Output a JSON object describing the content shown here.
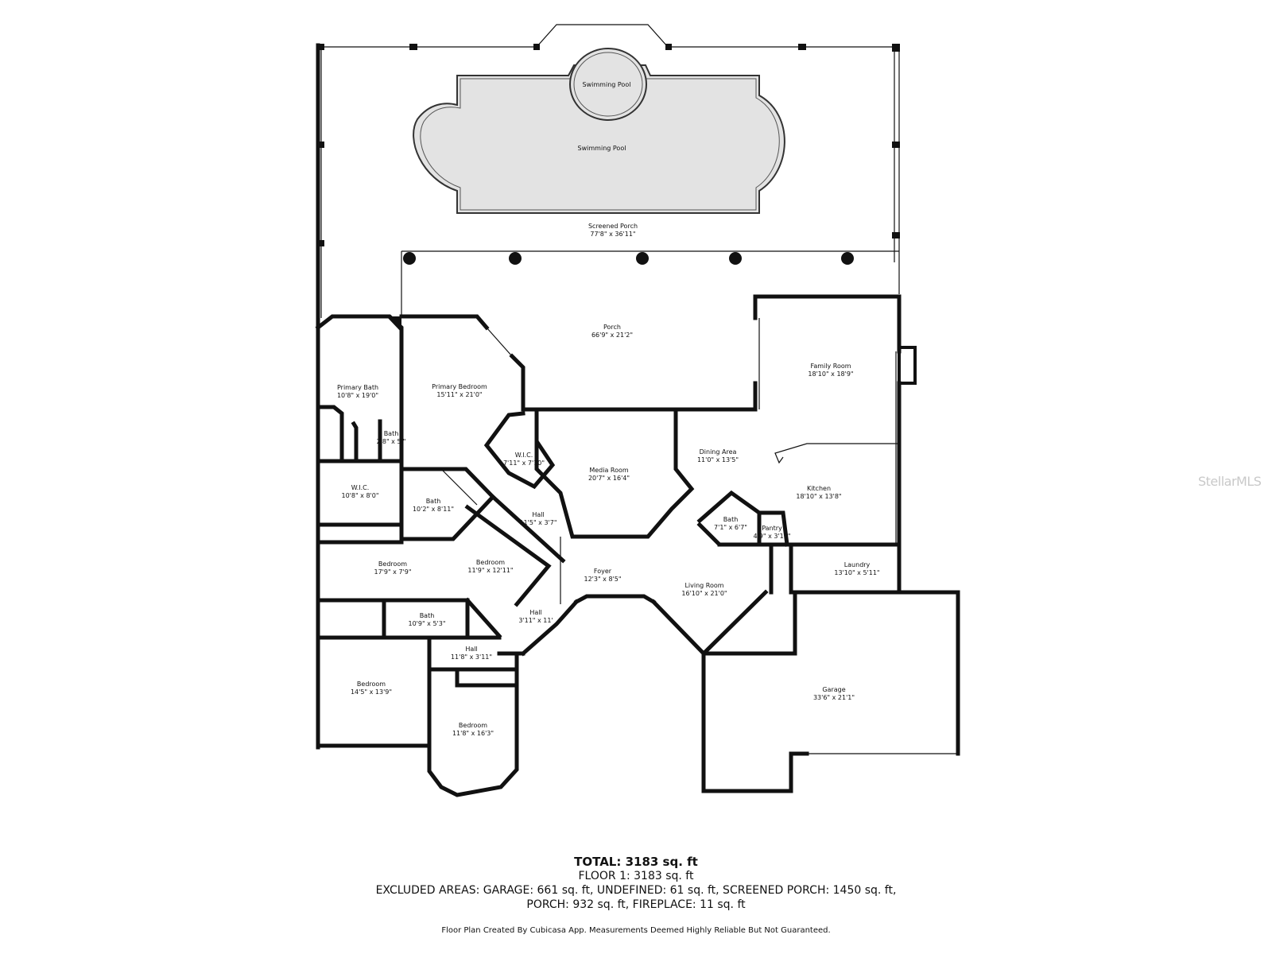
{
  "rooms": [
    {
      "name": "Swimming Pool",
      "dims": ""
    },
    {
      "name": "Swimming Pool",
      "dims": ""
    },
    {
      "name": "Screened Porch",
      "dims": "77'8\" x 36'11\""
    },
    {
      "name": "Porch",
      "dims": "66'9\" x 21'2\""
    },
    {
      "name": "Family Room",
      "dims": "18'10\" x 18'9\""
    },
    {
      "name": "Primary Bath",
      "dims": "10'8\" x 19'0\""
    },
    {
      "name": "Primary Bedroom",
      "dims": "15'11\" x 21'0\""
    },
    {
      "name": "Bath",
      "dims": "2'8\" x 5'\""
    },
    {
      "name": "W.I.C.",
      "dims": "7'11\" x 7'10\""
    },
    {
      "name": "Media Room",
      "dims": "20'7\" x 16'4\""
    },
    {
      "name": "Dining Area",
      "dims": "11'0\" x 13'5\""
    },
    {
      "name": "Kitchen",
      "dims": "18'10\" x 13'8\""
    },
    {
      "name": "W.I.C.",
      "dims": "10'8\" x 8'0\""
    },
    {
      "name": "Bath",
      "dims": "10'2\" x 8'11\""
    },
    {
      "name": "Hall",
      "dims": "11'5\" x 3'7\""
    },
    {
      "name": "Bath",
      "dims": "7'1\" x 6'7\""
    },
    {
      "name": "Pantry",
      "dims": "4'9\" x 3'11\""
    },
    {
      "name": "Bedroom",
      "dims": "17'9\" x 7'9\""
    },
    {
      "name": "Bedroom",
      "dims": "11'9\" x 12'11\""
    },
    {
      "name": "Foyer",
      "dims": "12'3\" x 8'5\""
    },
    {
      "name": "Laundry",
      "dims": "13'10\" x 5'11\""
    },
    {
      "name": "Living Room",
      "dims": "16'10\" x 21'0\""
    },
    {
      "name": "Bath",
      "dims": "10'9\" x 5'3\""
    },
    {
      "name": "Hall",
      "dims": "3'11\" x 11'"
    },
    {
      "name": "Hall",
      "dims": "11'8\" x 3'11\""
    },
    {
      "name": "Bedroom",
      "dims": "14'5\" x 13'9\""
    },
    {
      "name": "Garage",
      "dims": "33'6\" x 21'1\""
    },
    {
      "name": "Bedroom",
      "dims": "11'8\" x 16'3\""
    }
  ],
  "summary": {
    "total": "TOTAL: 3183 sq. ft",
    "floor": "FLOOR 1: 3183 sq. ft",
    "excluded_line1": "EXCLUDED AREAS: GARAGE: 661 sq. ft, UNDEFINED: 61 sq. ft, SCREENED PORCH: 1450 sq. ft,",
    "excluded_line2": "PORCH: 932 sq. ft, FIREPLACE: 11 sq. ft"
  },
  "disclaimer": "Floor Plan Created By Cubicasa App. Measurements Deemed Highly Reliable But Not Guaranteed.",
  "watermark": "StellarMLS",
  "colors": {
    "walls": "#111111",
    "pool": "#e3e3e3",
    "watermark": "#c9c9c9"
  }
}
